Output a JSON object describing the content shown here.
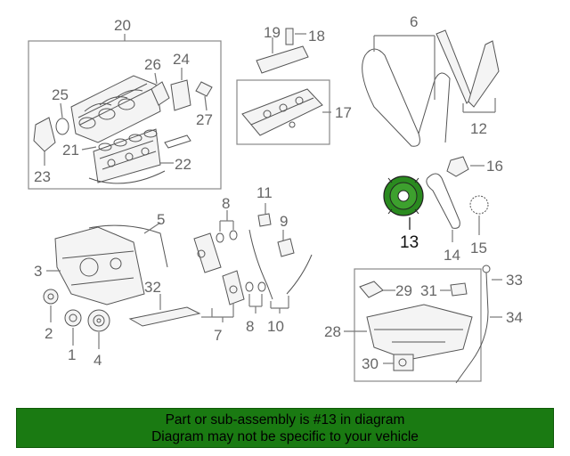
{
  "callouts": {
    "c1": "1",
    "c2": "2",
    "c3": "3",
    "c4": "4",
    "c5": "5",
    "c6": "6",
    "c7": "7",
    "c8a": "8",
    "c8b": "8",
    "c9": "9",
    "c10": "10",
    "c11": "11",
    "c12": "12",
    "c13": "13",
    "c14": "14",
    "c15": "15",
    "c16": "16",
    "c17": "17",
    "c18": "18",
    "c19": "19",
    "c20": "20",
    "c21": "21",
    "c22": "22",
    "c23": "23",
    "c24": "24",
    "c25": "25",
    "c26": "26",
    "c27": "27",
    "c28": "28",
    "c29": "29",
    "c30": "30",
    "c31": "31",
    "c32": "32",
    "c33": "33",
    "c34": "34"
  },
  "highlight": {
    "part_number": "13",
    "color": "#1a7a12"
  },
  "footer": {
    "line1": "Part or sub-assembly is #13 in diagram",
    "line2": "Diagram may not be specific to your vehicle",
    "background": "#1a7a12"
  }
}
